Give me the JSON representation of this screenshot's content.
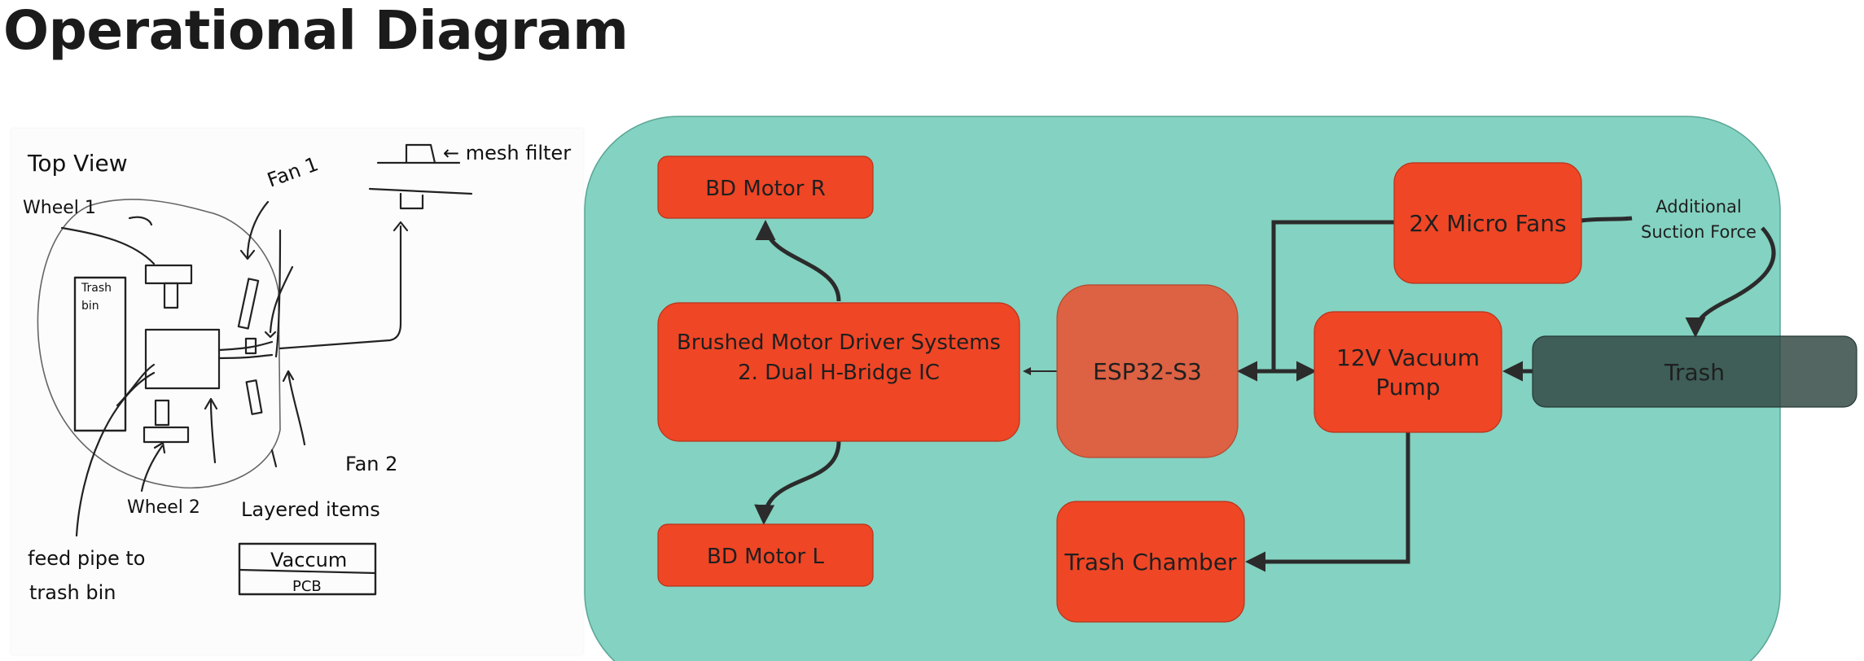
{
  "page": {
    "title": "Operational Diagram"
  },
  "sketch": {
    "top_view": "Top View",
    "wheel1": "Wheel 1",
    "fan1": "Fan 1",
    "mesh_filter": "← mesh filter",
    "trash_bin_line1": "Trash",
    "trash_bin_line2": "bin",
    "fan2": "Fan 2",
    "wheel2": "Wheel 2",
    "layered_items": "Layered items",
    "feed_pipe_line1": "feed pipe to",
    "feed_pipe_line2": "trash bin",
    "vaccum": "Vaccum",
    "pcb": "PCB"
  },
  "diagram": {
    "colors": {
      "panel": "#84d2c1",
      "block": "#ef4626",
      "controller": "#dd6143",
      "trash": "#3f5a55",
      "line": "#2b2b2b"
    },
    "blocks": {
      "motor_r": "BD Motor R",
      "driver_line1": "Brushed Motor Driver Systems",
      "driver_line2": "2. Dual H-Bridge IC",
      "motor_l": "BD Motor L",
      "esp32": "ESP32-S3",
      "fans": "2X Micro Fans",
      "pump_line1": "12V Vacuum",
      "pump_line2": "Pump",
      "trash": "Trash",
      "trash_chamber": "Trash Chamber"
    },
    "annotations": {
      "suction_line1": "Additional",
      "suction_line2": "Suction Force"
    }
  }
}
